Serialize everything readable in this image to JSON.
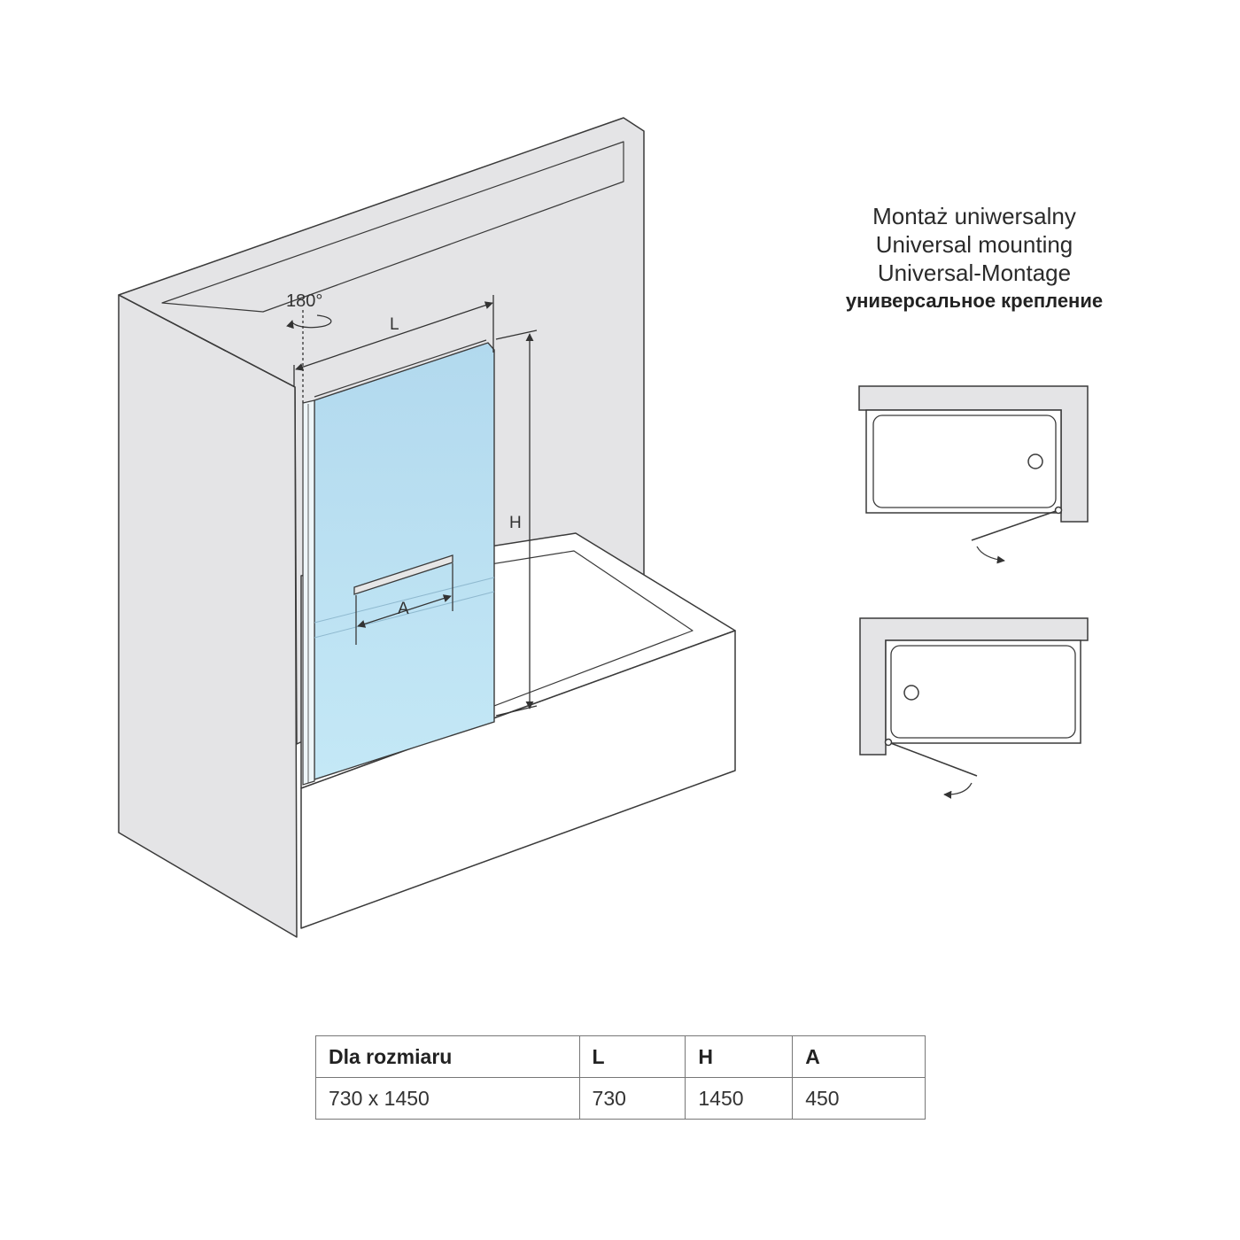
{
  "diagram": {
    "rotation_label": "180°",
    "dim_labels": {
      "length": "L",
      "height": "H",
      "towel": "A"
    }
  },
  "mounting": {
    "lines": [
      "Montaż uniwersalny",
      "Universal mounting",
      "Universal-Montage",
      "универсальное крепление"
    ]
  },
  "table": {
    "headers": [
      "Dla rozmiaru",
      "L",
      "H",
      "A"
    ],
    "rows": [
      [
        "730 x 1450",
        "730",
        "1450",
        "450"
      ]
    ]
  },
  "colors": {
    "wall": "#e4e4e6",
    "glass": "#b8dff2",
    "line": "#3a3a3a"
  }
}
